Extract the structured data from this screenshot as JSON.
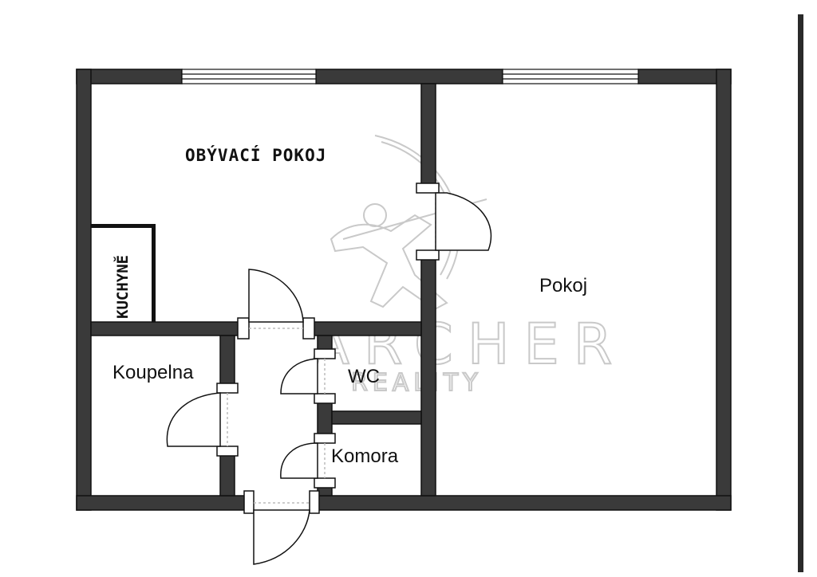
{
  "rooms": {
    "obyvaci_pokoj": "OBÝVACÍ POKOJ",
    "pokoj": "Pokoj",
    "kuchyne": "KUCHYNĚ",
    "koupelna": "Koupelna",
    "wc": "WC",
    "komora": "Komora"
  },
  "watermark": {
    "line1": "ARCHER",
    "line2": "REALITY"
  },
  "colors": {
    "wall": "#3a3a3a",
    "wall_outline": "#111111",
    "background": "#ffffff",
    "watermark": "#c9c9c9"
  }
}
